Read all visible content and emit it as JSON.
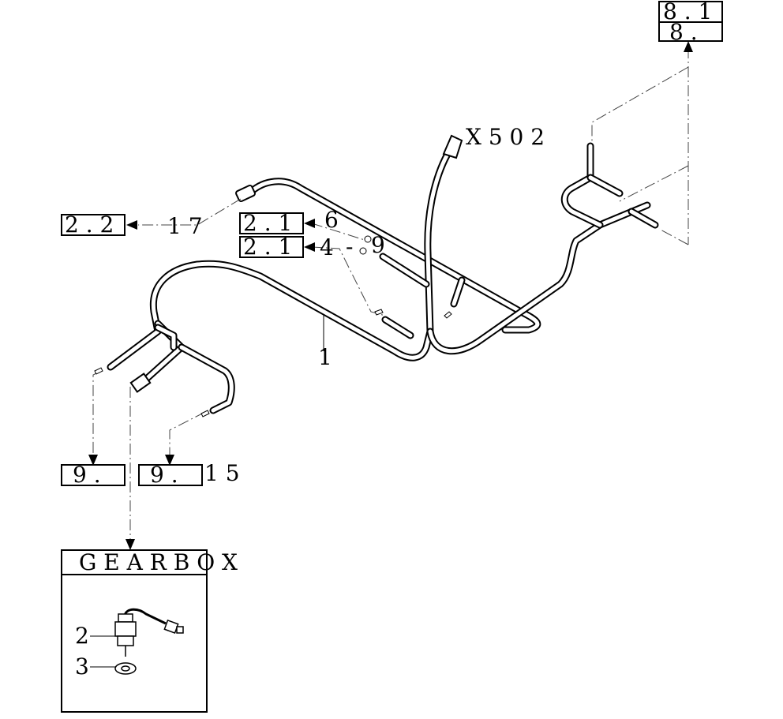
{
  "refs": {
    "top_right_a": "8 . 1",
    "top_right_b": "8 .",
    "left_a": "2 . 2",
    "mid_a": "2 . 1",
    "mid_b": "2 . 1",
    "bottom_left_a": "9 .",
    "bottom_left_b": "9 ."
  },
  "callouts": {
    "c17": "1 7",
    "c16": "6",
    "c4": "4",
    "c9": "9",
    "c_dash": "-",
    "c15": "1 5",
    "c1": "1",
    "c2": "2",
    "c3": "3",
    "x502": "X   5 0 2"
  },
  "inset": {
    "title": "G E A R B O X"
  }
}
